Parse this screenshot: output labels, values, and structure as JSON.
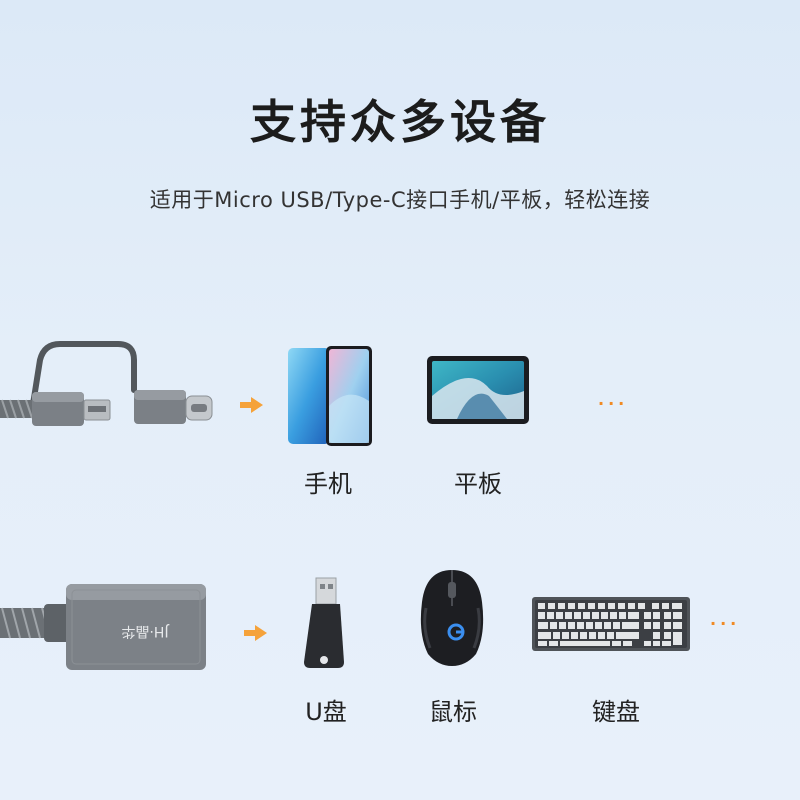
{
  "header": {
    "title": "支持众多设备",
    "subtitle": "适用于Micro USB/Type-C接口手机/平板，轻松连接"
  },
  "row1": {
    "devices": [
      {
        "label": "手机",
        "icon": "phone-icon"
      },
      {
        "label": "平板",
        "icon": "tablet-icon"
      }
    ],
    "more": "···"
  },
  "row2": {
    "adapter_brand": "JH·晶华",
    "devices": [
      {
        "label": "U盘",
        "icon": "usb-drive-icon"
      },
      {
        "label": "鼠标",
        "icon": "mouse-icon"
      },
      {
        "label": "键盘",
        "icon": "keyboard-icon"
      }
    ],
    "more": "···"
  },
  "colors": {
    "accent_arrow": "#f5a23a",
    "background": "#dce9f7",
    "cable_gray": "#6b7075"
  }
}
